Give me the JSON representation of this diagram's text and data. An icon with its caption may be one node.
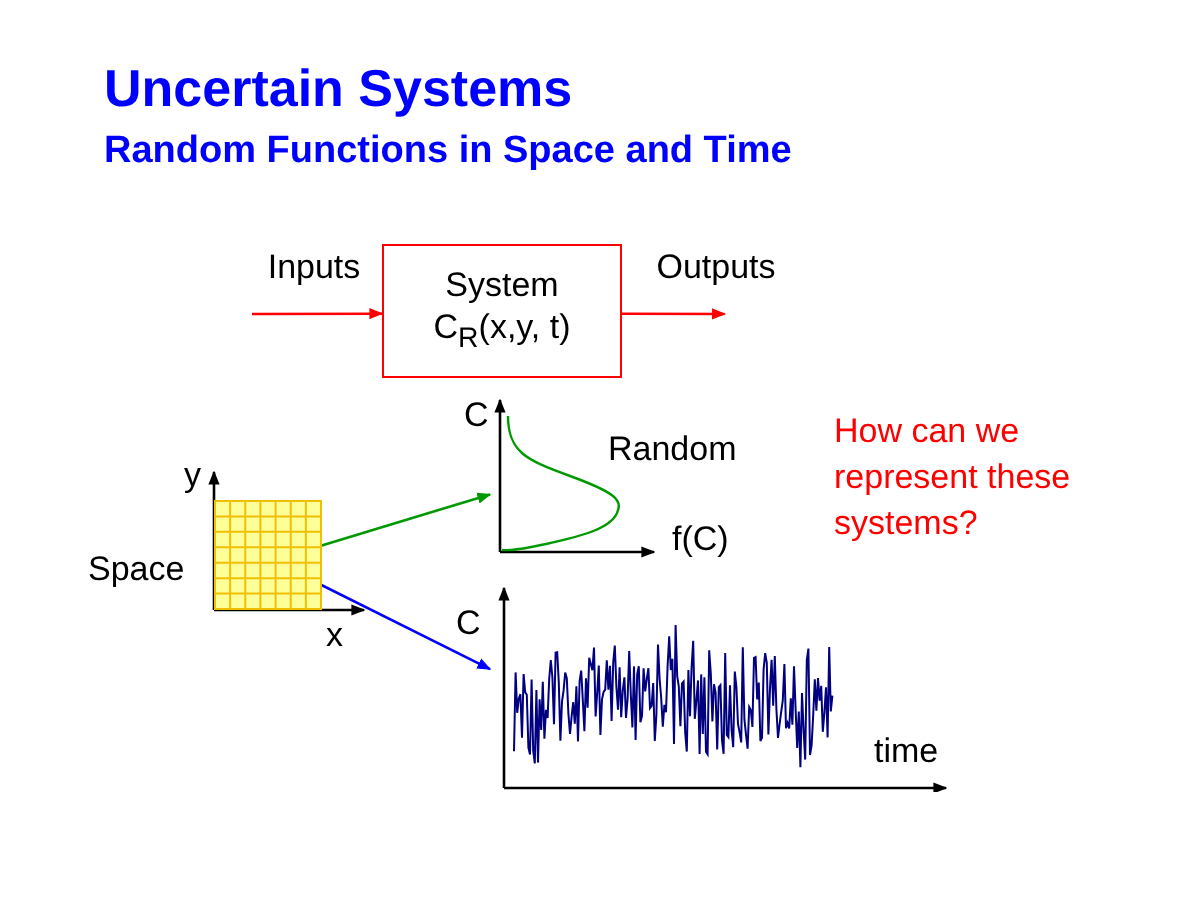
{
  "diagram": {
    "title": "Uncertain Systems",
    "nodes": [
      {
        "text": [
          "Inputs"
        ]
      },
      {
        "text": [
          "System C$_{R}$(x,y, t)"
        ]
      },
      {
        "text": [
          "Outputs"
        ]
      },
      {
        "text": [],
        "shape": "picture"
      },
      {
        "text": [],
        "shape": "picture"
      },
      {
        "text": [],
        "shape": "picture"
      }
    ],
    "edges": [
      {
        "from": 0,
        "to": 1,
        "arrow": "to",
        "color": "#ff0000"
      },
      {
        "from": 1,
        "to": 2,
        "arrow": "to",
        "color": "#ff0000"
      },
      {
        "from": 3,
        "to": 4,
        "arrow": "to",
        "color": "#009900"
      },
      {
        "from": 3,
        "to": 5,
        "arrow": "to",
        "color": "#0000ff"
      }
    ],
    "labels": [
      "Random Functions in Space and Time",
      "y",
      "Space",
      "x",
      "C",
      "Random",
      "f(C)",
      "C",
      "time",
      "How can we represent these systems?"
    ]
  }
}
